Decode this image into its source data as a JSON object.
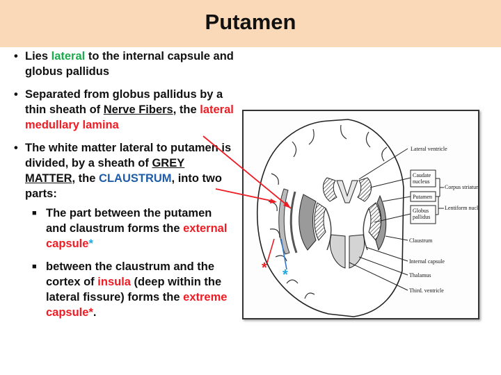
{
  "slide": {
    "title": "Putamen",
    "bullets": [
      {
        "parts": [
          "Lies ",
          "lateral",
          " to the internal capsule and globus pallidus"
        ]
      },
      {
        "parts": [
          "Separated from globus pallidus by a thin sheath of ",
          "Nerve Fibers",
          ", the ",
          "lateral medullary lamina"
        ]
      },
      {
        "parts": [
          "The white matter lateral to putamen is divided, by a sheath of ",
          "GREY MATTER",
          ", the ",
          "CLAUSTRUM",
          ", into two parts:"
        ]
      }
    ],
    "subbullets": [
      {
        "parts": [
          "The part between the putamen and claustrum forms the ",
          "external capsule",
          "*"
        ]
      },
      {
        "parts": [
          "between the claustrum and the cortex of ",
          "insula",
          " (deep within the lateral fissure) forms the ",
          "extreme capsule",
          "*",
          "."
        ]
      }
    ]
  },
  "figure": {
    "labels": {
      "lateral_ventricle": "Lateral ventricle",
      "caudate_nucleus": "Caudate nucleus",
      "putamen": "Putamen",
      "globus_pallidus": "Globus pallidus",
      "corpus_striatum": "Corpus striatum",
      "lentiform_nucleus": "Lentiform nucleus",
      "claustrum": "Claustrum",
      "internal_capsule": "Internal capsule",
      "thalamus": "Thalamus",
      "third_ventricle": "Third. ventricle"
    },
    "markers": {
      "red_star": "*",
      "blue_star": "*"
    }
  },
  "colors": {
    "title_band": "#fad9b8",
    "highlight_red": "#ee1c24",
    "highlight_green": "#1aab4a",
    "highlight_blue": "#1f5da8",
    "star_blue": "#1fa8df"
  }
}
